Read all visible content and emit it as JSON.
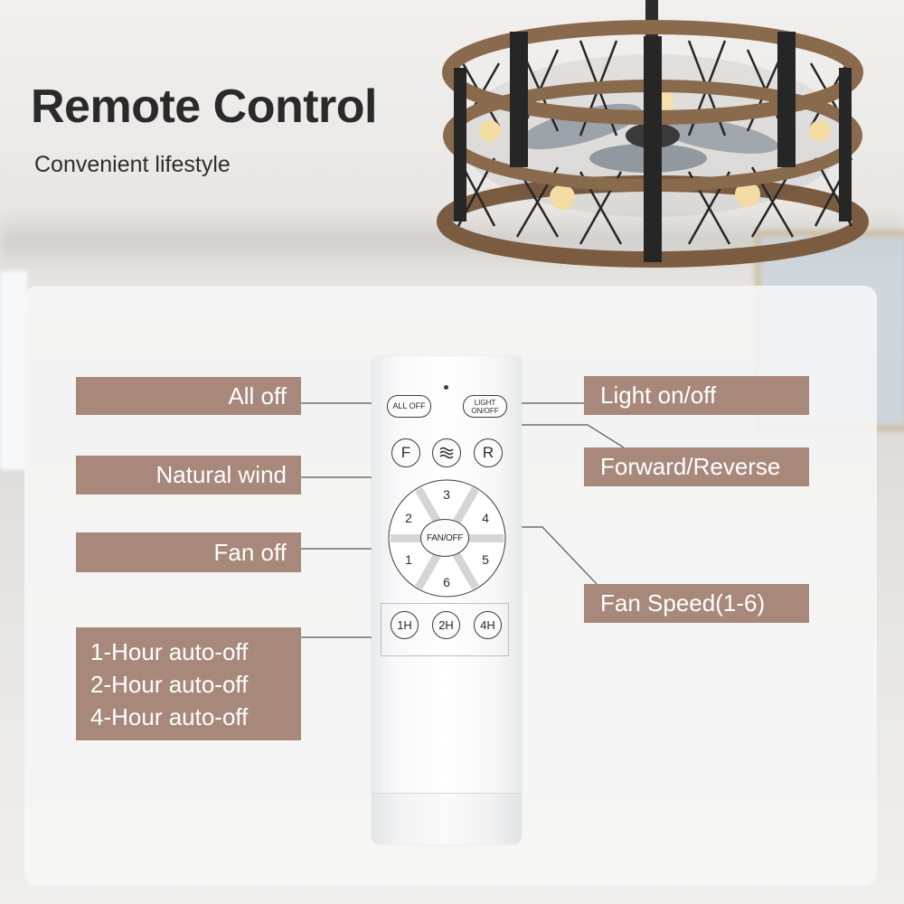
{
  "header": {
    "title": "Remote Control",
    "subtitle": "Convenient lifestyle"
  },
  "labels": {
    "all_off": "All off",
    "natural_wind": "Natural wind",
    "fan_off": "Fan off",
    "timer": [
      "1-Hour auto-off",
      "2-Hour auto-off",
      "4-Hour auto-off"
    ],
    "light": "Light on/off",
    "forward_reverse": "Forward/Reverse",
    "fan_speed": "Fan Speed(1-6)"
  },
  "remote": {
    "all_off_button": "ALL OFF",
    "light_button": "LIGHT ON/OFF",
    "forward_button": "F",
    "reverse_button": "R",
    "wind_icon": "wind-wave-icon",
    "fan_off_button": "FAN/OFF",
    "speeds": [
      "1",
      "2",
      "3",
      "4",
      "5",
      "6"
    ],
    "timers": [
      "1H",
      "2H",
      "4H"
    ]
  },
  "colors": {
    "label_bg": "#a7887a",
    "label_text": "#ffffff",
    "title_text": "#2a2a2a",
    "wood": "#8a6a4c",
    "metal": "#2c2c2c"
  }
}
